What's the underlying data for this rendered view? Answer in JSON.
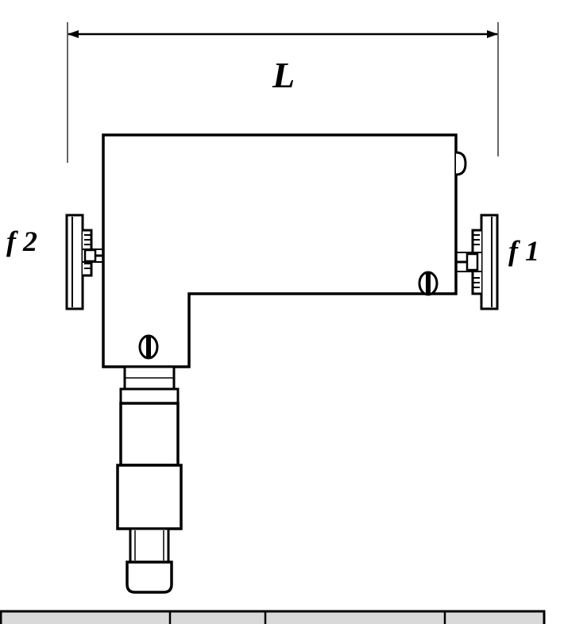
{
  "labels": {
    "length": "L",
    "knob_left": "f 2",
    "knob_right": "f 1"
  },
  "table": {
    "cells": [
      "",
      "",
      "",
      ""
    ]
  },
  "colors": {
    "ink": "#000000",
    "paper": "#ffffff",
    "table_fill": "#d9d9d9"
  }
}
